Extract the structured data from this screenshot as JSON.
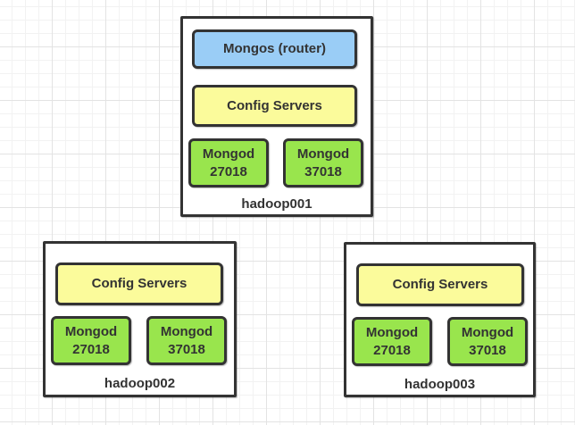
{
  "diagram": {
    "type": "architecture-diagram",
    "subject": "MongoDB sharded cluster deployment",
    "colors": {
      "border": "#333333",
      "text": "#333333",
      "router_fill": "#9ACDF6",
      "config_fill": "#FBFB9B",
      "mongod_fill": "#99E54D"
    },
    "nodes": [
      {
        "label": "hadoop001",
        "boxes": [
          {
            "type": "router",
            "label": "Mongos (router)"
          },
          {
            "type": "config",
            "label": "Config Servers"
          },
          {
            "type": "mongod",
            "label": "Mongod 27018"
          },
          {
            "type": "mongod",
            "label": "Mongod 37018"
          }
        ]
      },
      {
        "label": "hadoop002",
        "boxes": [
          {
            "type": "config",
            "label": "Config Servers"
          },
          {
            "type": "mongod",
            "label": "Mongod 27018"
          },
          {
            "type": "mongod",
            "label": "Mongod 37018"
          }
        ]
      },
      {
        "label": "hadoop003",
        "boxes": [
          {
            "type": "config",
            "label": "Config Servers"
          },
          {
            "type": "mongod",
            "label": "Mongod 27018"
          },
          {
            "type": "mongod",
            "label": "Mongod 37018"
          }
        ]
      }
    ]
  }
}
